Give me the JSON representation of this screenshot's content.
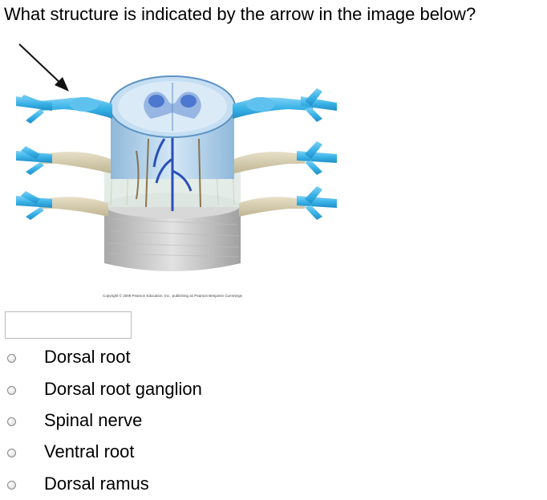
{
  "question": {
    "text": "What structure is indicated by the arrow in the image below?"
  },
  "figure": {
    "copyright": "Copyright © 2009 Pearson Education, Inc., publishing as Pearson Benjamin Cummings"
  },
  "answer_input": {
    "value": "",
    "placeholder": ""
  },
  "options": [
    {
      "label": "Dorsal root",
      "selected": false
    },
    {
      "label": "Dorsal root ganglion",
      "selected": false
    },
    {
      "label": "Spinal nerve",
      "selected": false
    },
    {
      "label": "Ventral root",
      "selected": false
    },
    {
      "label": "Dorsal ramus",
      "selected": false
    }
  ],
  "colors": {
    "nerve_blue": "#3ab3e8",
    "cord_blue": "#aed3ee",
    "meninges_gray": "#c9c9c9",
    "arrow": "#111111"
  }
}
